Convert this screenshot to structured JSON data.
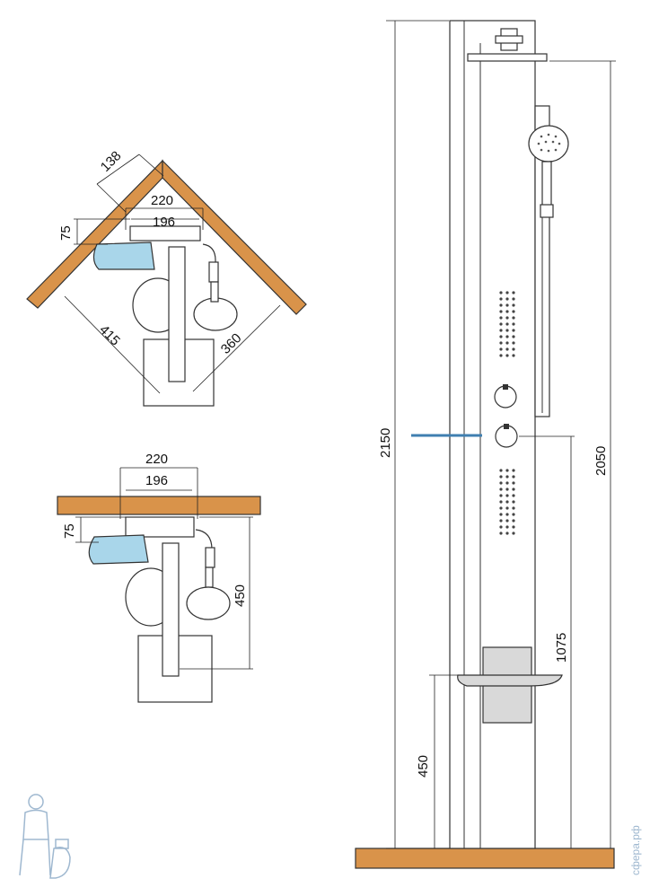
{
  "corner_view": {
    "dim_138": "138",
    "dim_220": "220",
    "dim_196": "196",
    "dim_75": "75",
    "dim_415": "415",
    "dim_360": "360"
  },
  "wall_view": {
    "dim_220": "220",
    "dim_196": "196",
    "dim_75": "75",
    "dim_450": "450"
  },
  "elevation": {
    "total_height": "2150",
    "head_height": "2050",
    "mixer_height": "1075",
    "seat_height": "450"
  },
  "watermark": {
    "text": "сфера.рф"
  },
  "colors": {
    "wood": "#d9934a",
    "glass": "#a9d6ea",
    "panel": "#d9d9d9",
    "blue_accent": "#3f7fb0"
  }
}
